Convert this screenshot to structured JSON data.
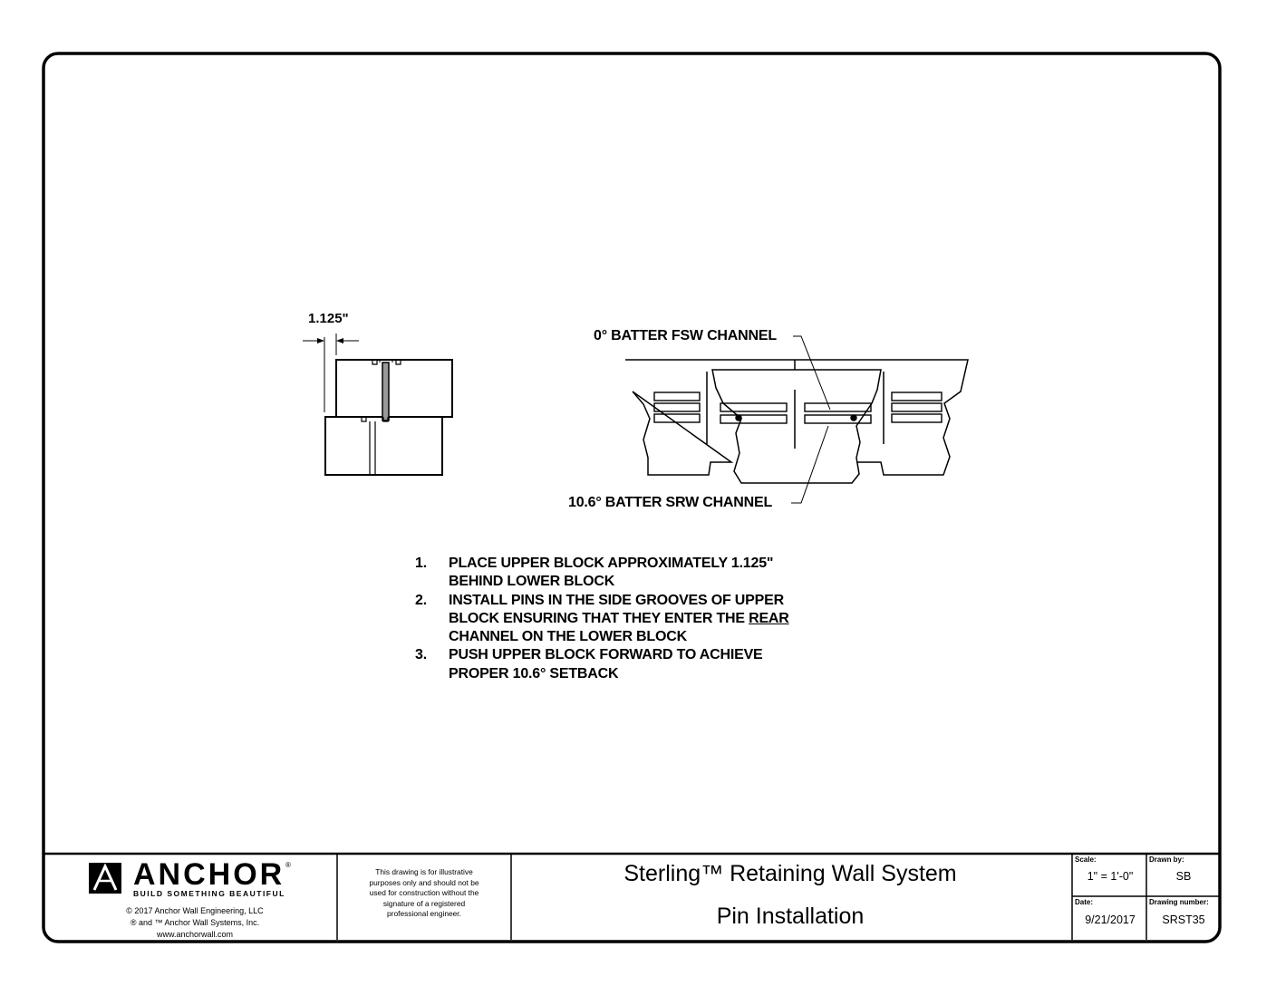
{
  "dimension_label": "1.125\"",
  "callouts": {
    "fsw": "0° BATTER FSW CHANNEL",
    "srw": "10.6° BATTER SRW CHANNEL"
  },
  "notes": [
    {
      "num": "1.",
      "lines": [
        "PLACE UPPER BLOCK APPROXIMATELY 1.125\"",
        "BEHIND LOWER BLOCK"
      ]
    },
    {
      "num": "2.",
      "line1": "INSTALL PINS IN THE SIDE GROOVES OF UPPER",
      "line2_before": "BLOCK ENSURING THAT THEY ENTER THE ",
      "line2_emph": "REAR",
      "line3": "CHANNEL ON THE LOWER BLOCK"
    },
    {
      "num": "3.",
      "lines": [
        "PUSH UPPER BLOCK FORWARD TO ACHIEVE",
        "PROPER 10.6° SETBACK"
      ]
    }
  ],
  "title_block": {
    "logo": {
      "wordmark": "ANCHOR",
      "tagline": "BUILD SOMETHING BEAUTIFUL",
      "reg": "®"
    },
    "copyright": [
      "© 2017 Anchor Wall Engineering, LLC",
      "® and ™ Anchor Wall Systems, Inc.",
      "www.anchorwall.com"
    ],
    "disclaimer": [
      "This drawing is for illustrative",
      "purposes only and should not be",
      "used for construction without the",
      "signature of a registered",
      "professional engineer."
    ],
    "title": "Sterling™ Retaining Wall System",
    "subtitle": "Pin Installation",
    "scale_label": "Scale:",
    "scale": "1\" = 1'-0\"",
    "drawn_by_label": "Drawn by:",
    "drawn_by": "SB",
    "date_label": "Date:",
    "date": "9/21/2017",
    "drawing_number_label": "Drawing number:",
    "drawing_number": "SRST35"
  }
}
